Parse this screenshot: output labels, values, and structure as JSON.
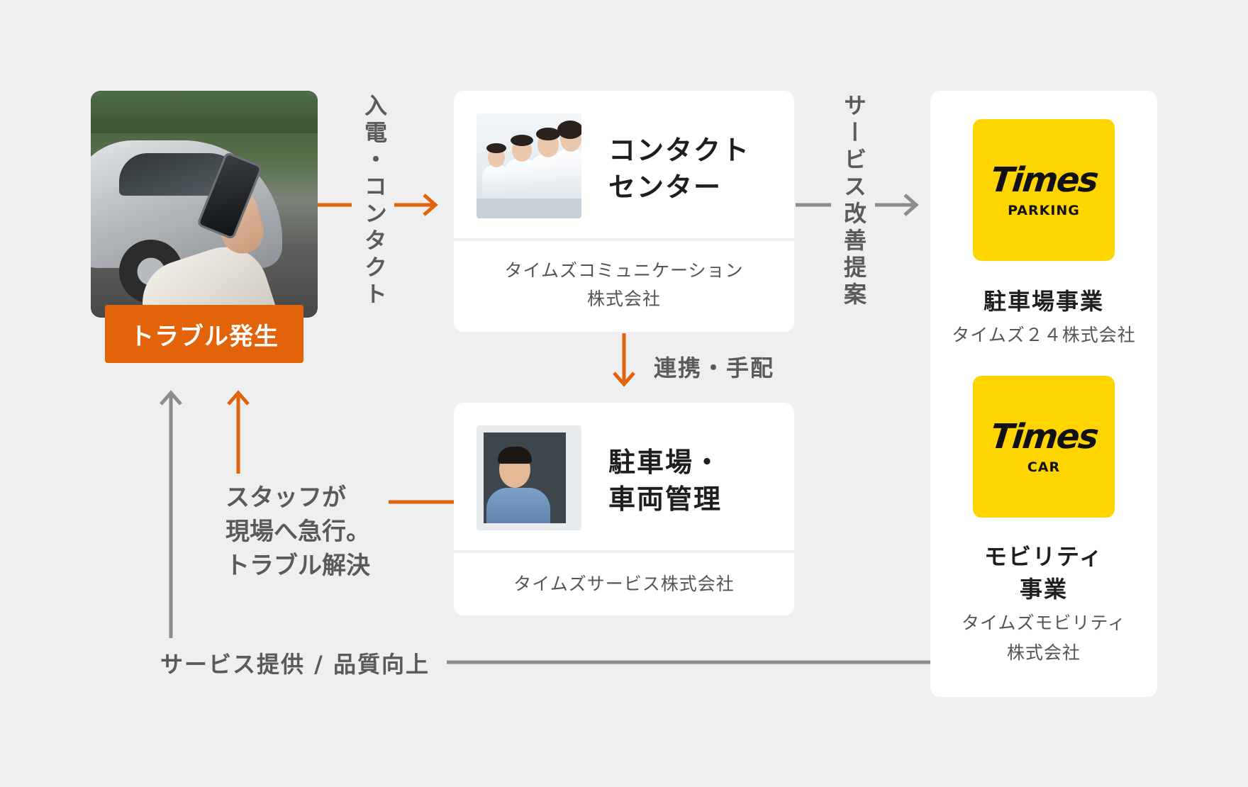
{
  "trouble": {
    "label": "トラブル発生"
  },
  "contact_flow_label": "入電・コンタクト",
  "improvement_label": "サービス改善提案",
  "coordination_label": "連携・手配",
  "staff_note": [
    "スタッフが",
    "現場へ急行。",
    "トラブル解決"
  ],
  "service_label": "サービス提供 / 品質向上",
  "contact_center": {
    "title": [
      "コンタクト",
      "センター"
    ],
    "company": [
      "タイムズコミュニケーション",
      "株式会社"
    ]
  },
  "parking_management": {
    "title": [
      "駐車場・",
      "車両管理"
    ],
    "company": "タイムズサービス株式会社"
  },
  "parking_business": {
    "logo_word": "Times",
    "logo_sub": "PARKING",
    "title": "駐車場事業",
    "company": "タイムズ２４株式会社"
  },
  "mobility_business": {
    "logo_word": "Times",
    "logo_sub": "CAR",
    "title": [
      "モビリティ",
      "事業"
    ],
    "company": [
      "タイムズモビリティ",
      "株式会社"
    ]
  },
  "colors": {
    "accent": "#e2630a",
    "arrow_gray": "#8c8c8c",
    "logo_yellow": "#ffd500",
    "background": "#efefef"
  },
  "icons": [
    "arrow-right-icon",
    "arrow-down-icon",
    "arrow-up-icon"
  ]
}
